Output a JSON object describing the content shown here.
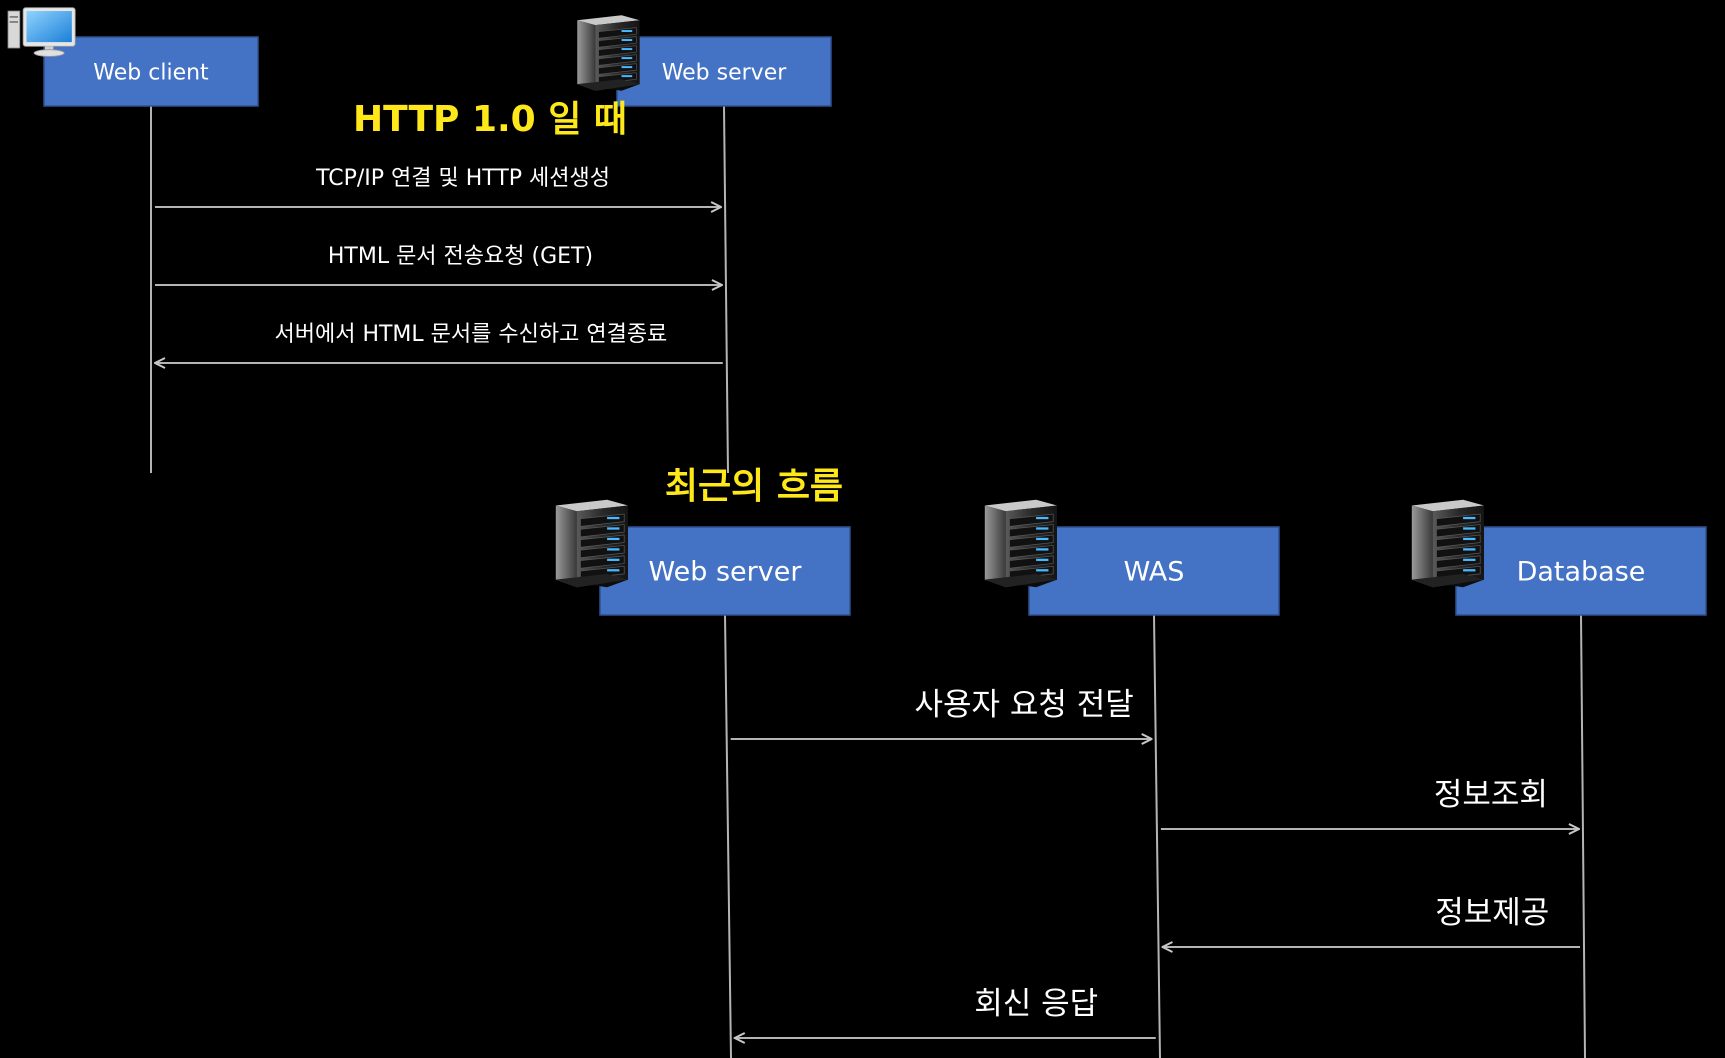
{
  "colors": {
    "background": "#000000",
    "box_fill": "#4472c4",
    "box_border": "#2f528f",
    "line": "#b4b4b4",
    "text": "#ffffff",
    "title": "#ffe81a"
  },
  "http10": {
    "title": "HTTP 1.0 일 때",
    "participants": [
      {
        "label": "Web client",
        "icon": "computer-icon"
      },
      {
        "label": "Web server",
        "icon": "server-icon"
      }
    ],
    "messages": [
      {
        "label": "TCP/IP 연결 및 HTTP 세션생성",
        "from": "Web client",
        "to": "Web server"
      },
      {
        "label": "HTML 문서 전송요청 (GET)",
        "from": "Web client",
        "to": "Web server"
      },
      {
        "label": "서버에서 HTML 문서를 수신하고 연결종료",
        "from": "Web server",
        "to": "Web client"
      }
    ]
  },
  "recent": {
    "title": "최근의 흐름",
    "participants": [
      {
        "label": "Web server",
        "icon": "server-icon"
      },
      {
        "label": "WAS",
        "icon": "server-icon"
      },
      {
        "label": "Database",
        "icon": "server-icon"
      }
    ],
    "messages": [
      {
        "label": "사용자 요청 전달",
        "from": "Web server",
        "to": "WAS"
      },
      {
        "label": "정보조회",
        "from": "WAS",
        "to": "Database"
      },
      {
        "label": "정보제공",
        "from": "Database",
        "to": "WAS"
      },
      {
        "label": "회신 응답",
        "from": "WAS",
        "to": "Web server"
      }
    ]
  }
}
